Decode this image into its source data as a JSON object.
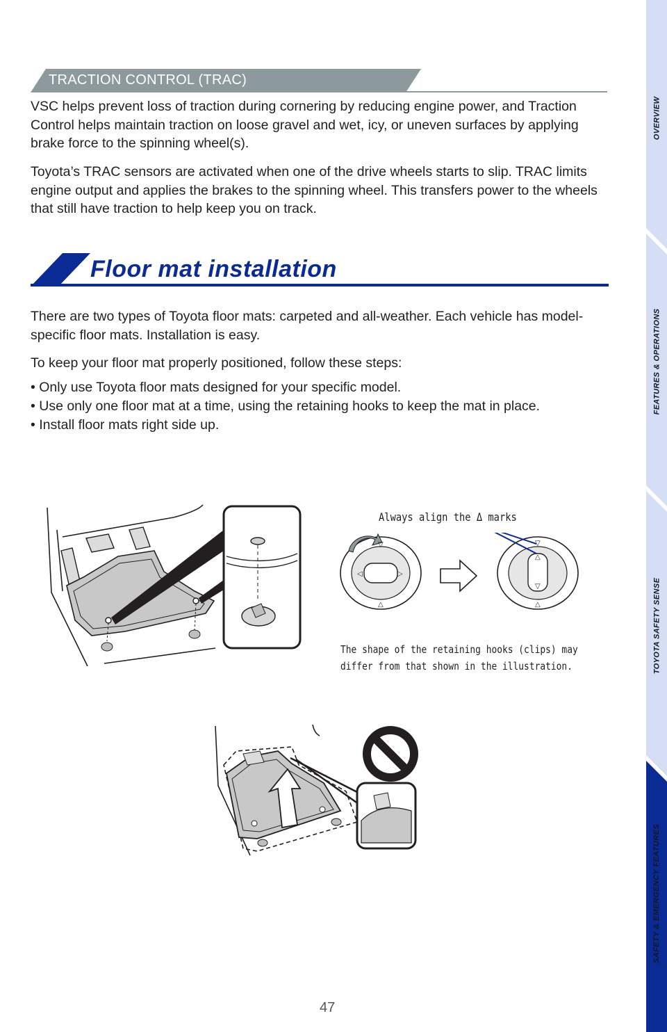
{
  "trac": {
    "heading": "TRACTION CONTROL (TRAC)",
    "paragraph1": "VSC helps prevent loss of traction during cornering by reducing engine power, and Traction Control helps maintain traction on loose gravel and wet, icy, or uneven surfaces by applying brake force to the spinning wheel(s).",
    "paragraph2": "Toyota’s TRAC sensors are activated when one of the drive wheels starts to slip. TRAC limits engine output and applies the brakes to the spinning wheel. This transfers power to the wheels that still have traction to help keep you on track."
  },
  "floor_mat": {
    "heading": "Floor mat installation",
    "paragraph1": "There are two types of Toyota floor mats: carpeted and all-weather. Each vehicle has model-specific floor mats. Installation is easy.",
    "paragraph2": "To keep your floor mat properly positioned, follow these steps:",
    "bullets": [
      "• Only use Toyota floor mats designed for your specific model.",
      "• Use only one floor mat at a time, using the retaining hooks to keep the mat in place.",
      "• Install floor mats right side up."
    ],
    "callout": "Always align the Δ marks",
    "caption": "The shape of the retaining hooks (clips) may differ from that shown in the illustration."
  },
  "sidebar": {
    "tabs": [
      {
        "label": "OVERVIEW",
        "active": false
      },
      {
        "label": "FEATURES & OPERATIONS",
        "active": false
      },
      {
        "label": "TOYOTA SAFETY SENSE",
        "active": false
      },
      {
        "label": "SAFETY & EMERGENCY FEATURES",
        "active": true
      }
    ]
  },
  "page_number": "47",
  "colors": {
    "accent_blue": "#0a2b94",
    "header_gray": "#8c999d",
    "tab_light": "#d6def5",
    "tab_active": "#0a2b94"
  }
}
